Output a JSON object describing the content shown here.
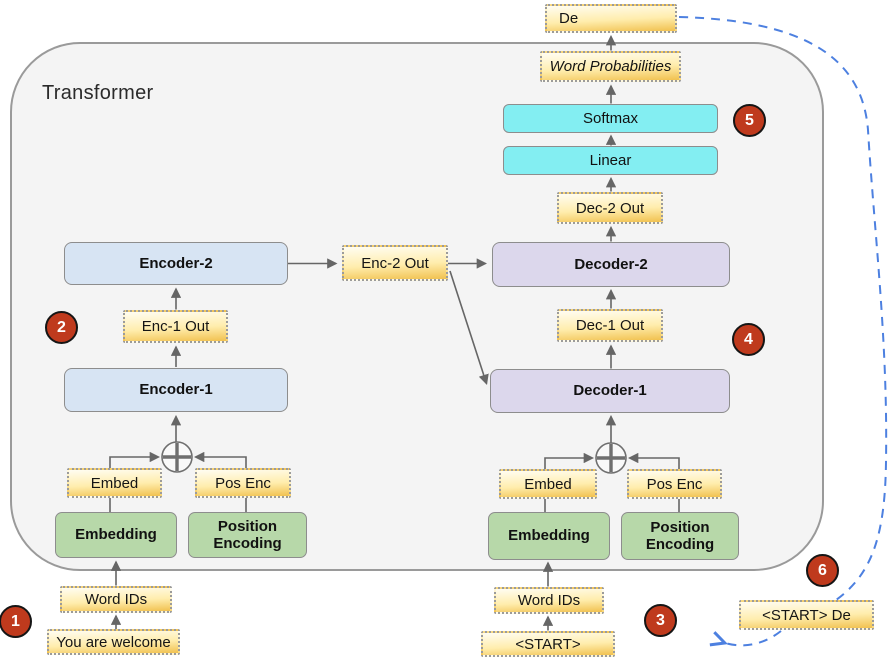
{
  "diagram": {
    "container_label": "Transformer",
    "encoder_stack": {
      "encoder1": "Encoder-1",
      "encoder2": "Encoder-2"
    },
    "decoder_stack": {
      "decoder1": "Decoder-1",
      "decoder2": "Decoder-2"
    },
    "output_head": {
      "linear": "Linear",
      "softmax": "Softmax"
    },
    "embedding_blocks": {
      "encoder_embedding": "Embedding",
      "encoder_position_encoding": "Position Encoding",
      "decoder_embedding": "Embedding",
      "decoder_position_encoding": "Position Encoding"
    },
    "notes": {
      "predicted_output": "De",
      "word_probabilities": "Word Probabilities",
      "dec2_out": "Dec-2 Out",
      "dec1_out": "Dec-1 Out",
      "enc2_out": "Enc-2 Out",
      "enc1_out": "Enc-1 Out",
      "encoder_embed": "Embed",
      "encoder_pos_enc": "Pos Enc",
      "decoder_embed": "Embed",
      "decoder_pos_enc": "Pos Enc",
      "encoder_word_ids": "Word IDs",
      "decoder_word_ids": "Word IDs",
      "encoder_input": "You are welcome",
      "decoder_input": "<START>",
      "decoder_feedback": "<START> De"
    },
    "steps": [
      "1",
      "2",
      "3",
      "4",
      "5",
      "6"
    ],
    "colors": {
      "frame_fill": "#f4f4f4",
      "frame_border": "#9a9a9a",
      "encoder_fill": "#d7e4f3",
      "decoder_fill": "#dcd7ec",
      "output_fill": "#83eef2",
      "embedding_fill": "#b7d8a9",
      "note_fill_top": "#fffdf2",
      "note_fill_bottom": "#f1c14f",
      "step_fill": "#bf3a1d",
      "arrow": "#666666",
      "feedback_dash": "#4d80e0"
    }
  }
}
